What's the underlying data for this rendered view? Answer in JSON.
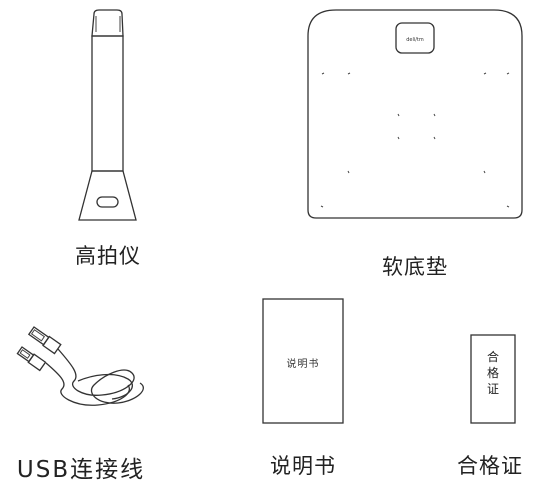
{
  "items": {
    "scanner": {
      "caption": "高拍仪",
      "icon": "document-camera-icon"
    },
    "mat": {
      "caption": "软底垫",
      "icon": "soft-pad-icon",
      "logo_text": "deli/tm"
    },
    "cable": {
      "caption": "USB连接线",
      "icon": "usb-cable-icon"
    },
    "manual": {
      "caption": "说明书",
      "icon": "manual-booklet-icon",
      "cover_text": "说明书"
    },
    "certificate": {
      "caption": "合格证",
      "icon": "certificate-card-icon",
      "card_text": [
        "合",
        "格",
        "证"
      ]
    }
  }
}
